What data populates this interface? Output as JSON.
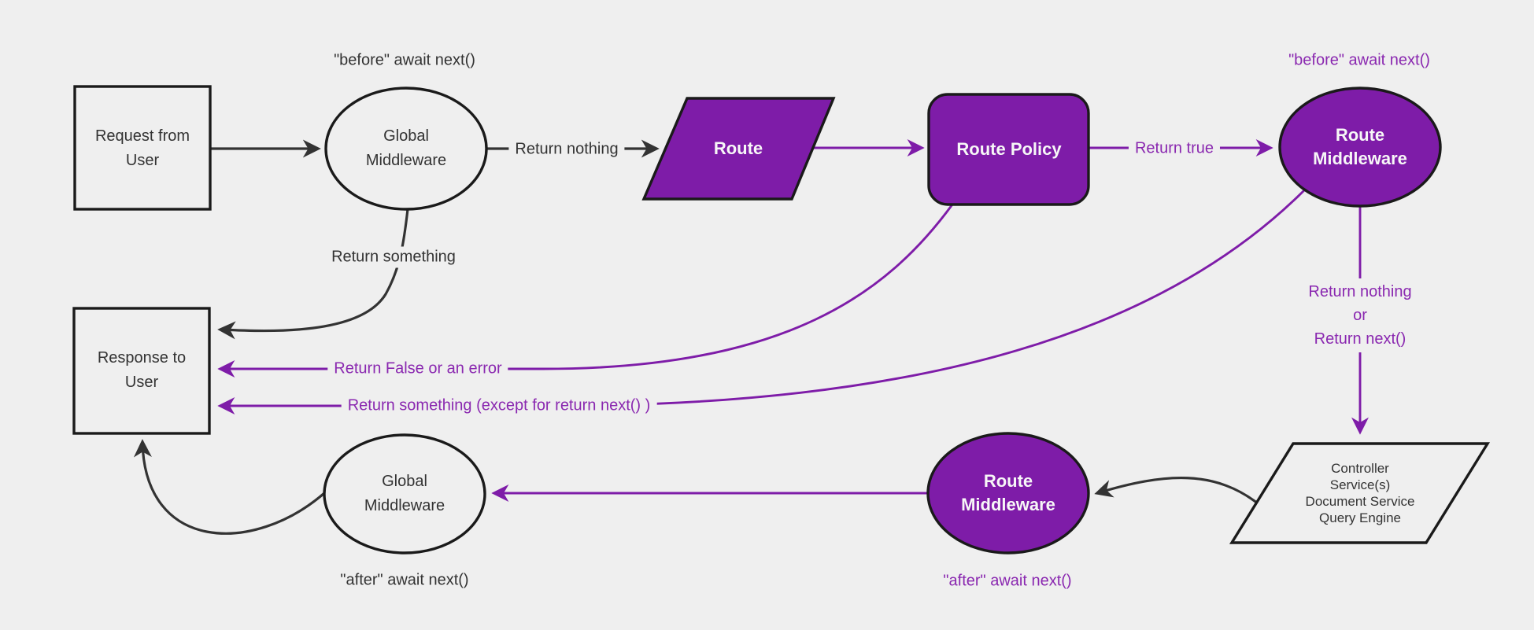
{
  "colors": {
    "background": "#efefef",
    "purple_fill": "#7e1ca8",
    "purple_line": "#7e1ca8",
    "purple_text": "#8a28b0",
    "dark_line": "#333333",
    "dark_text": "#333333",
    "node_border": "#1a1a1a",
    "white_text": "#f7f7f7"
  },
  "nodes": {
    "request_from_user": {
      "lines": [
        "Request from",
        "User"
      ]
    },
    "global_middleware_top": {
      "lines": [
        "Global",
        "Middleware"
      ]
    },
    "route": {
      "label": "Route"
    },
    "route_policy": {
      "label": "Route Policy"
    },
    "route_middleware_top": {
      "lines": [
        "Route",
        "Middleware"
      ]
    },
    "controller_services": {
      "lines": [
        "Controller",
        "Service(s)",
        "Document Service",
        "Query Engine"
      ]
    },
    "route_middleware_bottom": {
      "lines": [
        "Route",
        "Middleware"
      ]
    },
    "global_middleware_bottom": {
      "lines": [
        "Global",
        "Middleware"
      ]
    },
    "response_to_user": {
      "lines": [
        "Response to",
        "User"
      ]
    }
  },
  "edge_labels": {
    "before_await_next_global": "\"before\" await next()",
    "return_nothing": "Return nothing",
    "return_something": "Return something",
    "return_true": "Return true",
    "before_await_next_route": "\"before\" await next()",
    "return_nothing_or_next": {
      "lines": [
        "Return nothing",
        "or",
        "Return next()"
      ]
    },
    "return_false_or_error": "Return False or an error",
    "return_something_except": "Return something (except for return next() )",
    "after_await_next_route": "\"after\" await next()",
    "after_await_next_global": "\"after\" await next()"
  }
}
